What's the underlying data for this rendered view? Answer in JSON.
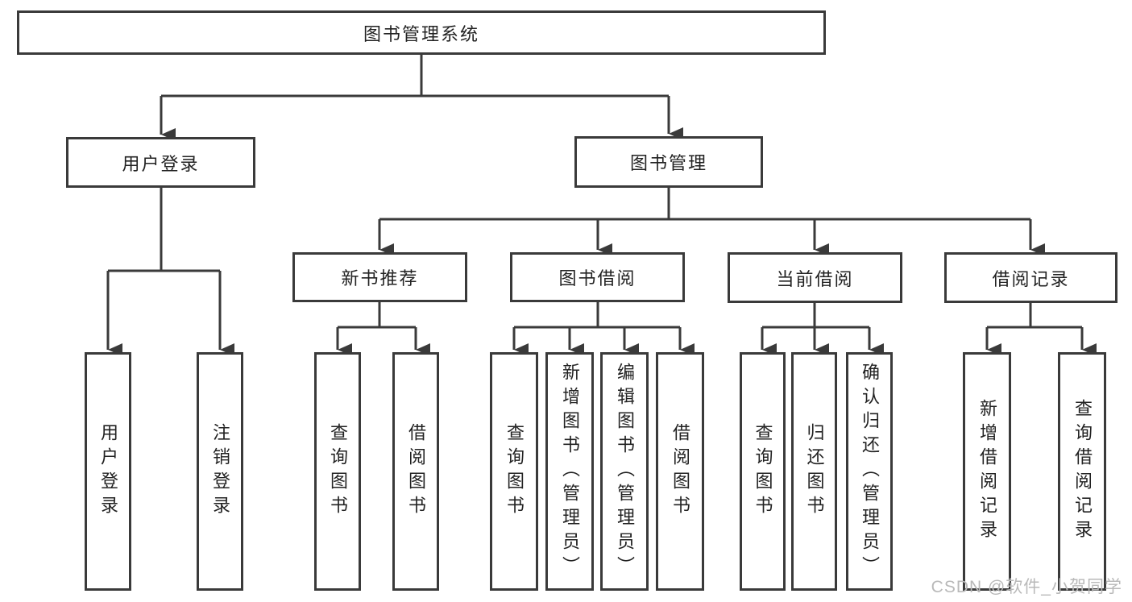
{
  "diagram": {
    "root": {
      "label": "图书管理系统"
    },
    "login": {
      "label": "用户登录",
      "children": [
        {
          "label": "用户登录"
        },
        {
          "label": "注销登录"
        }
      ]
    },
    "management": {
      "label": "图书管理"
    },
    "modules": [
      {
        "label": "新书推荐",
        "children": [
          {
            "label": "查询图书"
          },
          {
            "label": "借阅图书"
          }
        ]
      },
      {
        "label": "图书借阅",
        "children": [
          {
            "label": "查询图书"
          },
          {
            "label": "新增图书（管理员）"
          },
          {
            "label": "编辑图书（管理员）"
          },
          {
            "label": "借阅图书"
          }
        ]
      },
      {
        "label": "当前借阅",
        "children": [
          {
            "label": "查询图书"
          },
          {
            "label": "归还图书"
          },
          {
            "label": "确认归还（管理员）"
          }
        ]
      },
      {
        "label": "借阅记录",
        "children": [
          {
            "label": "新增借阅记录"
          },
          {
            "label": "查询借阅记录"
          }
        ]
      }
    ]
  },
  "watermark": {
    "text": "CSDN @软件_小贺同学"
  },
  "colors": {
    "line": "#3a3a3a",
    "text": "#222222",
    "background": "#ffffff",
    "watermark": "#b9b9b9"
  }
}
